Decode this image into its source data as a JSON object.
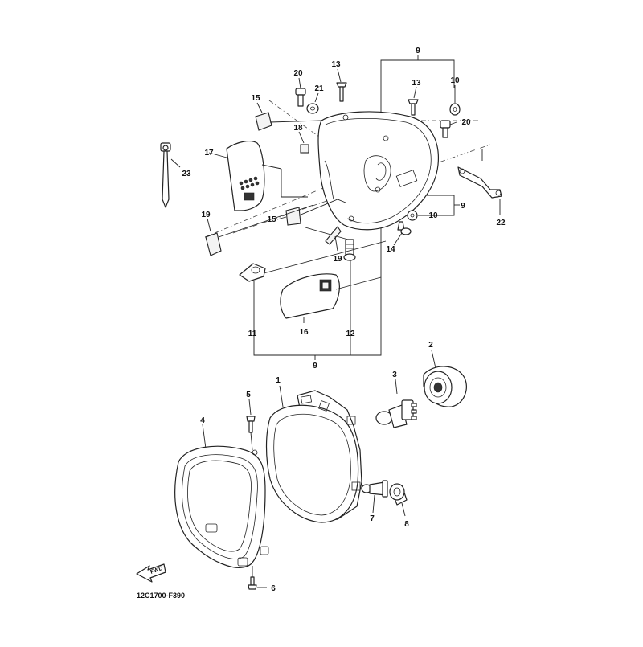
{
  "diagram": {
    "code": "12C1700-F390",
    "fwd_label": "FWD",
    "callouts": {
      "c1": "1",
      "c2": "2",
      "c3": "3",
      "c4": "4",
      "c5": "5",
      "c6": "6",
      "c7": "7",
      "c8": "8",
      "c9_top": "9",
      "c9_right": "9",
      "c9_bottom": "9",
      "c10_top": "10",
      "c10_right": "10",
      "c11": "11",
      "c12": "12",
      "c13_left": "13",
      "c13_right": "13",
      "c14": "14",
      "c15_top": "15",
      "c15_mid": "15",
      "c16": "16",
      "c17": "17",
      "c18": "18",
      "c19_left": "19",
      "c19_mid": "19",
      "c20_left": "20",
      "c20_right": "20",
      "c21": "21",
      "c22": "22",
      "c23": "23"
    }
  }
}
